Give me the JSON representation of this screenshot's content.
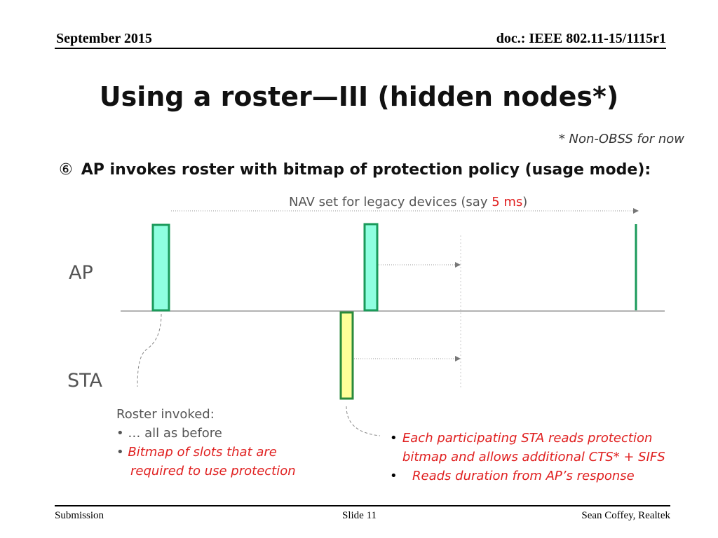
{
  "header": {
    "date": "September 2015",
    "doc": "doc.: IEEE 802.11-15/1115r1"
  },
  "slide": {
    "title": "Using a roster—III (hidden nodes*)",
    "note": "* Non-OBSS for now",
    "bullet_number": "⑥",
    "bullet_text": "AP invokes roster with bitmap of protection policy (usage mode):"
  },
  "diagram": {
    "nav_label_pre": "NAV set for legacy devices (say ",
    "nav_label_value": "5 ms",
    "nav_label_post": ")",
    "ap_label": "AP",
    "sta_label": "STA",
    "colors": {
      "ap_fill": "#8fffe0",
      "ap_stroke": "#1a9a5a",
      "sta_fill": "#ffff99",
      "sta_stroke": "#2a8a3a",
      "accent_red": "#e02020"
    }
  },
  "roster": {
    "heading": "Roster invoked:",
    "item1": "… all as before",
    "item2_line1": "Bitmap of slots that are",
    "item2_line2": "required to use protection"
  },
  "response": {
    "item1": "Each participating STA reads protection bitmap and allows additional CTS* + SIFS",
    "item2": "Reads duration from AP’s response"
  },
  "footer": {
    "left": "Submission",
    "center": "Slide 11",
    "right": "Sean Coffey, Realtek"
  }
}
